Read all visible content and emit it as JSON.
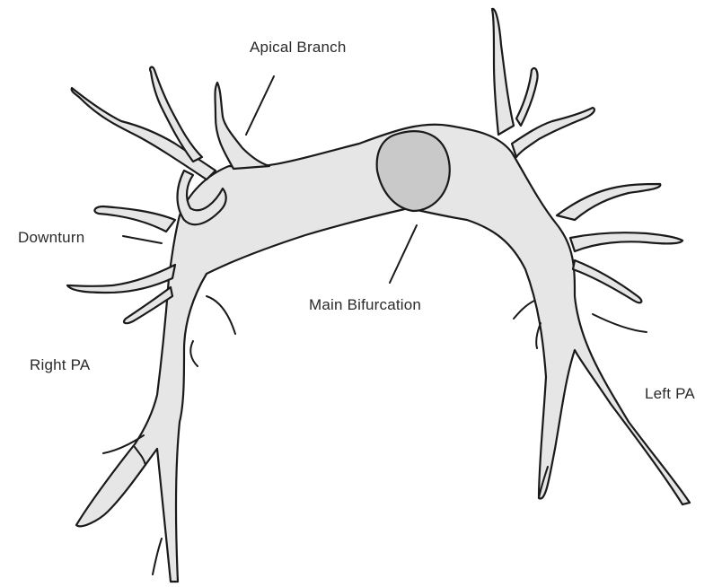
{
  "labels": {
    "apical_branch": "Apical Branch",
    "downturn": "Downturn",
    "main_bifurcation": "Main Bifurcation",
    "right_pa": "Right PA",
    "left_pa": "Left PA"
  },
  "colors": {
    "vessel_fill": "#e6e6e6",
    "bifurcation_fill": "#c9c9c9",
    "outline": "#1a1a1a",
    "text": "#2a2a2a"
  }
}
